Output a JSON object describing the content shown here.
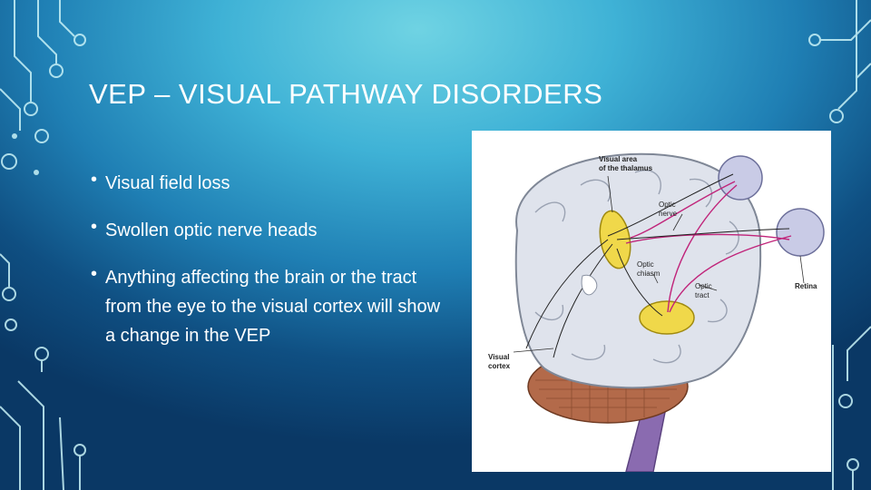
{
  "slide": {
    "title": "VEP – VISUAL PATHWAY DISORDERS",
    "bullets": [
      "Visual field loss",
      "Swollen optic nerve heads",
      "Anything affecting the brain or the tract from the eye to the visual cortex will show a change in the VEP"
    ],
    "bullet_glyph": "•"
  },
  "figure": {
    "labels": {
      "thalamus_line1": "Visual area",
      "thalamus_line2": "of the thalamus",
      "optic_nerve_line1": "Optic",
      "optic_nerve_line2": "nerve",
      "chiasm_line1": "Optic",
      "chiasm_line2": "chiasm",
      "tract_line1": "Optic",
      "tract_line2": "tract",
      "retina": "Retina",
      "cortex_line1": "Visual",
      "cortex_line2": "cortex"
    }
  },
  "colors": {
    "bg_light": "#6fd3e3",
    "bg_dark": "#0a3865",
    "circuit": "#c8f2f7",
    "title_text": "#ffffff"
  }
}
